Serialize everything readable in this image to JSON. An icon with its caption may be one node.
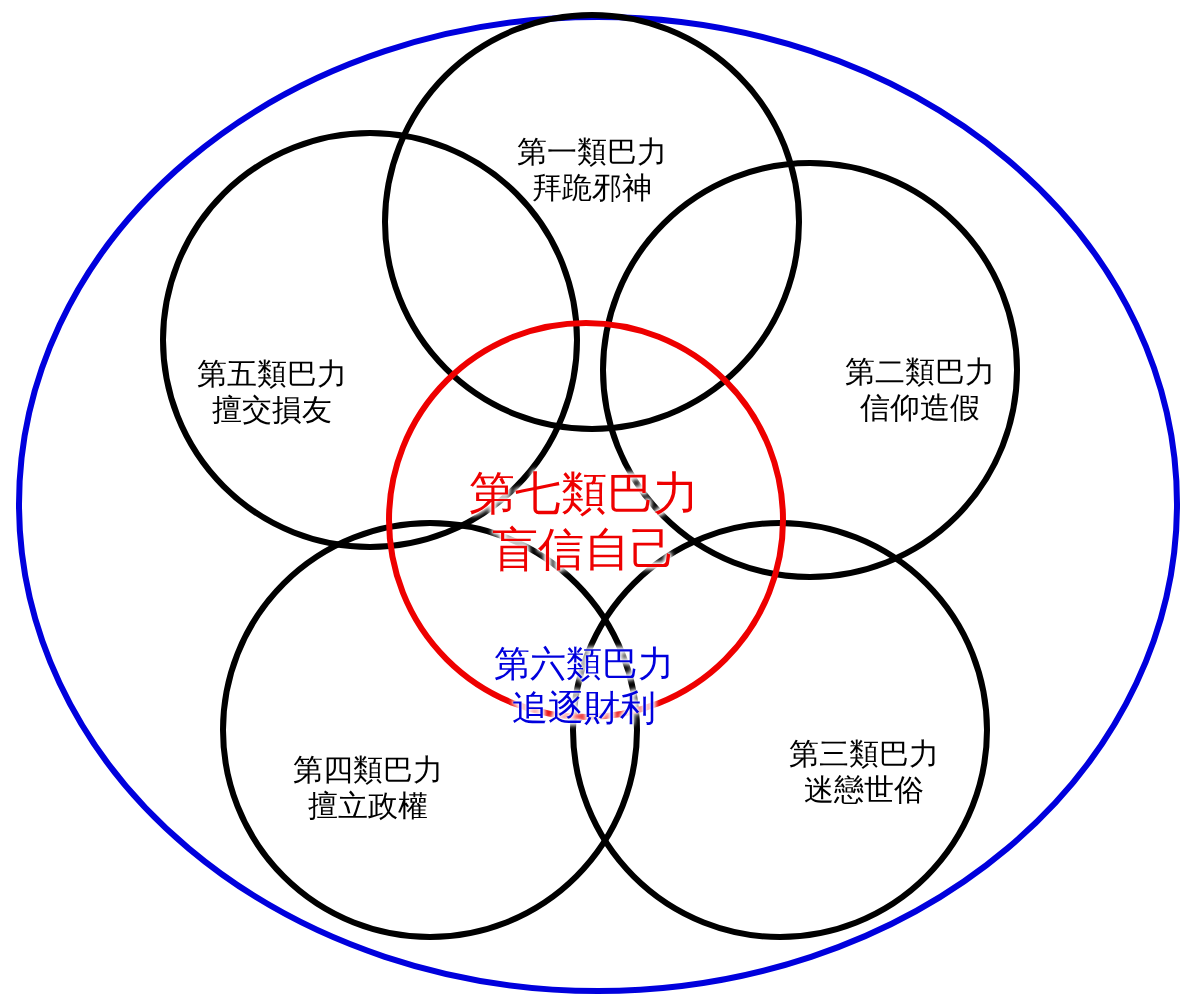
{
  "diagram": {
    "nodes": [
      {
        "text": [],
        "shape": "circle"
      },
      {
        "text": [
          "第一類巴力",
          "拜跪邪神"
        ],
        "in": 0
      },
      {
        "text": [
          "第二類巴力",
          "信仰造假"
        ],
        "in": 0
      },
      {
        "text": [
          "第三類巴力",
          "迷戀世俗"
        ],
        "in": 0
      },
      {
        "text": [
          "第四類巴力",
          "擅立政權"
        ],
        "in": 0
      },
      {
        "text": [
          "第五類巴力",
          "擅交損友"
        ],
        "in": 0
      },
      {
        "text": [
          "第七類巴力",
          "盲信自己"
        ],
        "in": 0
      }
    ],
    "labels": [
      "第六類巴力",
      "追逐財利"
    ]
  }
}
